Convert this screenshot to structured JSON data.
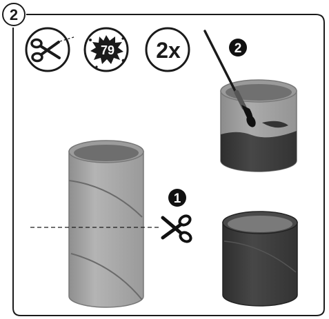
{
  "step": {
    "number": "2"
  },
  "header_icons": [
    {
      "icon": "scissors-icon"
    },
    {
      "icon": "paint-splat-icon",
      "label": "79"
    },
    {
      "icon": "repeat-count-icon",
      "label": "2x"
    }
  ],
  "callouts": [
    {
      "number": "1",
      "icon": "scissors-icon"
    },
    {
      "number": "2",
      "icon": "paintbrush-icon"
    }
  ],
  "colors": {
    "tube": "#a9a9a9",
    "tube_dark": "#8e8e8e",
    "paint": "#3a3a3a",
    "outline": "#1a1a1a"
  }
}
